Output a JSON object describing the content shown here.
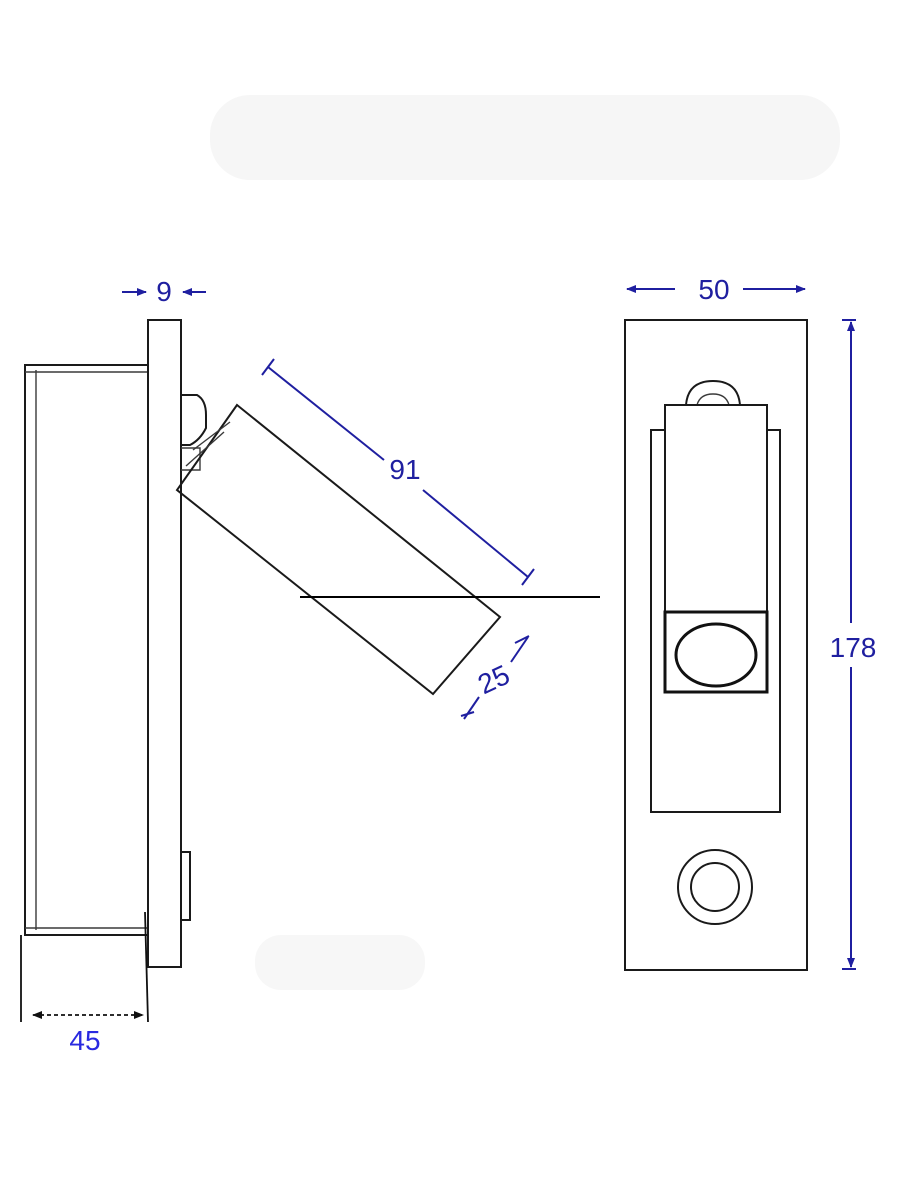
{
  "dimensions": {
    "plate_thickness": "9",
    "lamp_length": "91",
    "lamp_diameter": "25",
    "depth": "45",
    "width": "50",
    "height": "178"
  },
  "colors": {
    "dimension": "#1f1fa0",
    "depth_dimension": "#2a2ae0",
    "outline": "#1a1a1a"
  }
}
